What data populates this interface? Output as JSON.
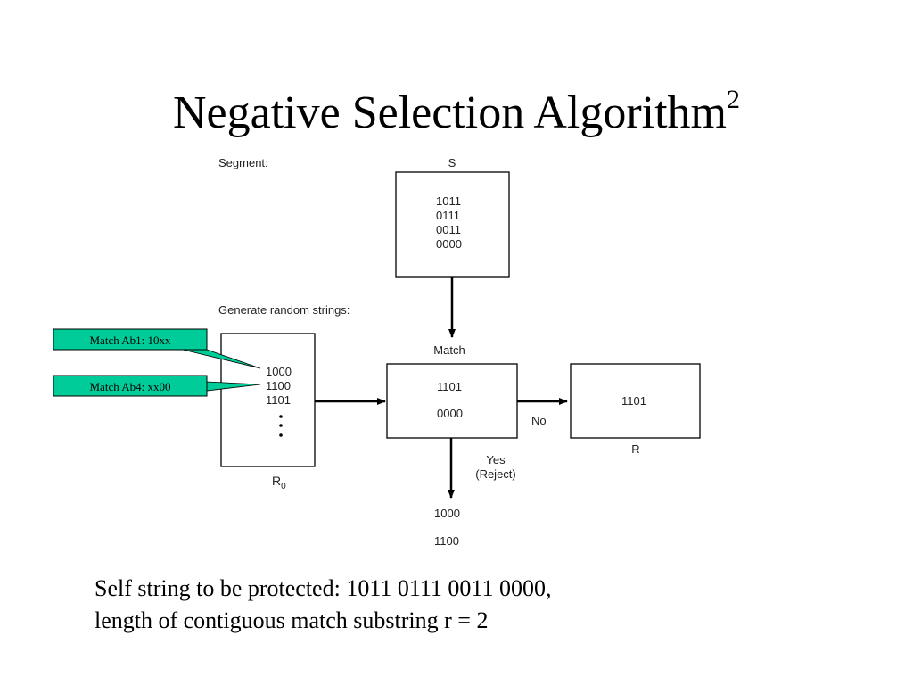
{
  "slide": {
    "title": "Negative Selection Algorithm",
    "title_superscript": "2",
    "caption_line1": "Self string to be protected: 1011 0111 0011 0000,",
    "caption_line2": "length of contiguous match substring r = 2"
  },
  "diagram": {
    "segment_label": "Segment:",
    "s_box": {
      "label": "S",
      "strings": [
        "1011",
        "0111",
        "0011",
        "0000"
      ]
    },
    "generate_label": "Generate random strings:",
    "r0_box": {
      "label": "R",
      "label_subscript": "0",
      "strings": [
        "1000",
        "1100",
        "1101"
      ],
      "ellipsis_dots": 3
    },
    "match_box": {
      "label": "Match",
      "strings": [
        "1101",
        "0000"
      ]
    },
    "r_box": {
      "label": "R",
      "strings": [
        "1101"
      ]
    },
    "no_label": "No",
    "yes_label_line1": "Yes",
    "yes_label_line2": "(Reject)",
    "rejected_strings": [
      "1000",
      "1100"
    ],
    "callouts": [
      {
        "text": "Match Ab1: 10xx",
        "color": "#00cc99"
      },
      {
        "text": "Match Ab4: xx00",
        "color": "#00cc99"
      }
    ]
  }
}
